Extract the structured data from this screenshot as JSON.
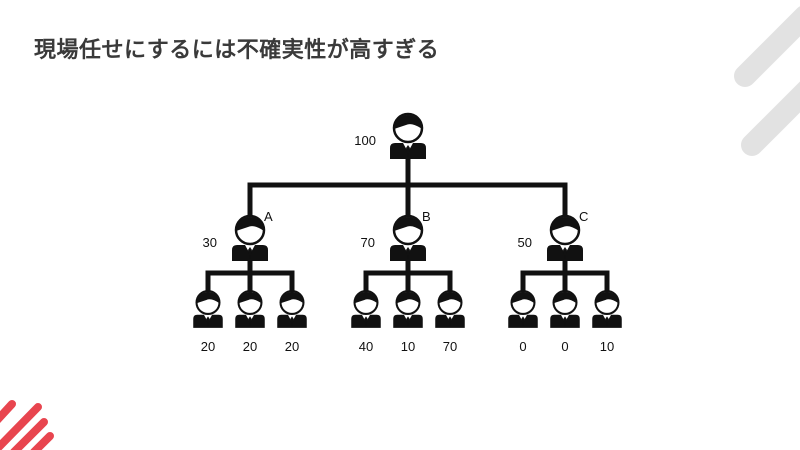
{
  "slide": {
    "title": "現場任せにするには不確実性が高すぎる"
  },
  "org_chart": {
    "root": {
      "value": "100"
    },
    "groups": [
      {
        "label": "A",
        "value": "30",
        "members": [
          "20",
          "20",
          "20"
        ]
      },
      {
        "label": "B",
        "value": "70",
        "members": [
          "40",
          "10",
          "70"
        ]
      },
      {
        "label": "C",
        "value": "50",
        "members": [
          "0",
          "0",
          "10"
        ]
      }
    ]
  },
  "colors": {
    "title": "#3a3a3a",
    "lines": "#111111",
    "accent_red": "#e8454f",
    "accent_gray": "#e2e2e2"
  },
  "icons": {
    "person": "person-icon"
  }
}
